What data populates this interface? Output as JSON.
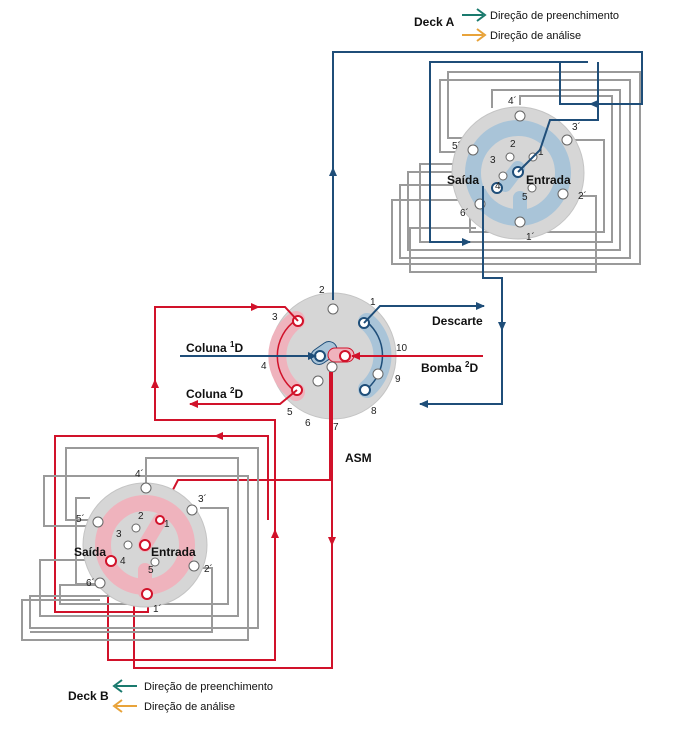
{
  "deck_a": {
    "title": "Deck A",
    "legend_fill": "Direção de preenchimento",
    "legend_analysis": "Direção de análise",
    "label_outlet": "Saída",
    "label_inlet": "Entrada",
    "ports": {
      "p1": "1",
      "p2": "2",
      "p3": "3",
      "p4": "4",
      "p5": "5",
      "p1p": "1´",
      "p2p": "2´",
      "p3p": "3´",
      "p4p": "4´",
      "p5p": "5´",
      "p6p": "6´"
    }
  },
  "deck_b": {
    "title": "Deck B",
    "legend_fill": "Direção de preenchimento",
    "legend_analysis": "Direção de análise",
    "label_outlet": "Saída",
    "label_inlet": "Entrada",
    "ports": {
      "p1": "1",
      "p2": "2",
      "p3": "3",
      "p4": "4",
      "p5": "5",
      "p1p": "1´",
      "p2p": "2´",
      "p3p": "3´",
      "p4p": "4´",
      "p5p": "5´",
      "p6p": "6´"
    }
  },
  "asm": {
    "title": "ASM",
    "label_waste": "Descarte",
    "label_column1": "Coluna ",
    "label_column1_sup": "1",
    "label_column1_end": "D",
    "label_column2": "Coluna ",
    "label_column2_sup": "2",
    "label_column2_end": "D",
    "label_pump": "Bomba ",
    "label_pump_sup": "2",
    "label_pump_end": "D",
    "ports": [
      "1",
      "2",
      "3",
      "4",
      "5",
      "6",
      "7",
      "8",
      "9",
      "10"
    ]
  },
  "colors": {
    "fill_arrow": "#1a7a6e",
    "analysis_arrow": "#e8a33a",
    "blue": "#1f4e79",
    "red": "#d1122a",
    "gray": "#9a9a9a"
  }
}
